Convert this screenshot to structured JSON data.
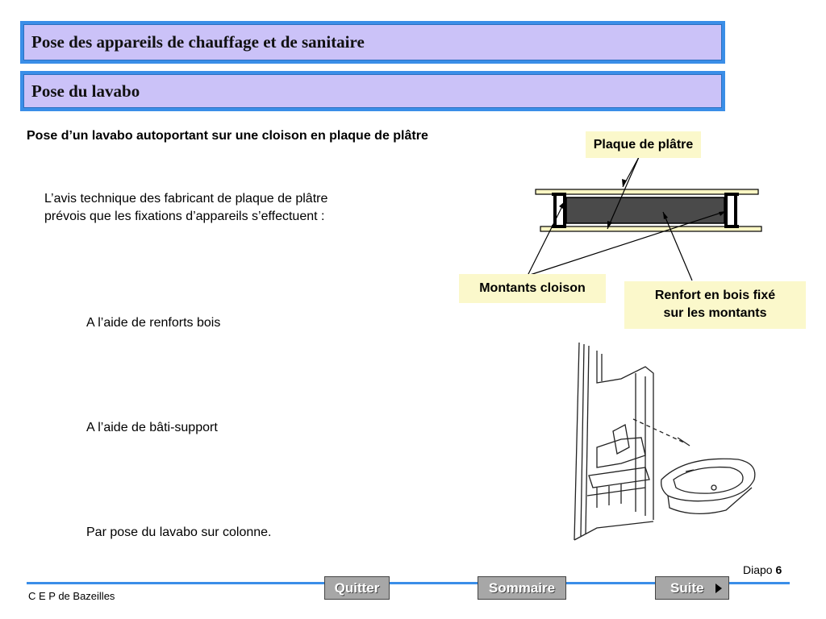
{
  "header": {
    "title": "Pose des appareils de chauffage et de sanitaire",
    "subtitle": "Pose du lavabo"
  },
  "content": {
    "heading": "Pose d’un lavabo autoportant sur une cloison en plaque de plâtre",
    "intro_line1": "L’avis technique des fabricant de plaque de plâtre",
    "intro_line2": "prévois que les fixations d’appareils s’effectuent :",
    "items": [
      "A l’aide de renforts bois",
      "A l’aide de bâti-support",
      "Par pose du lavabo sur colonne."
    ]
  },
  "diagram": {
    "label_plaque": "Plaque de plâtre",
    "label_montants": "Montants cloison",
    "label_renfort_line1": "Renfort en bois fixé",
    "label_renfort_line2": "sur les montants"
  },
  "footer": {
    "organization": "C E P de Bazeilles",
    "slide_label": "Diapo",
    "slide_number": "6",
    "buttons": {
      "quit": "Quitter",
      "summary": "Sommaire",
      "next": "Suite"
    }
  }
}
